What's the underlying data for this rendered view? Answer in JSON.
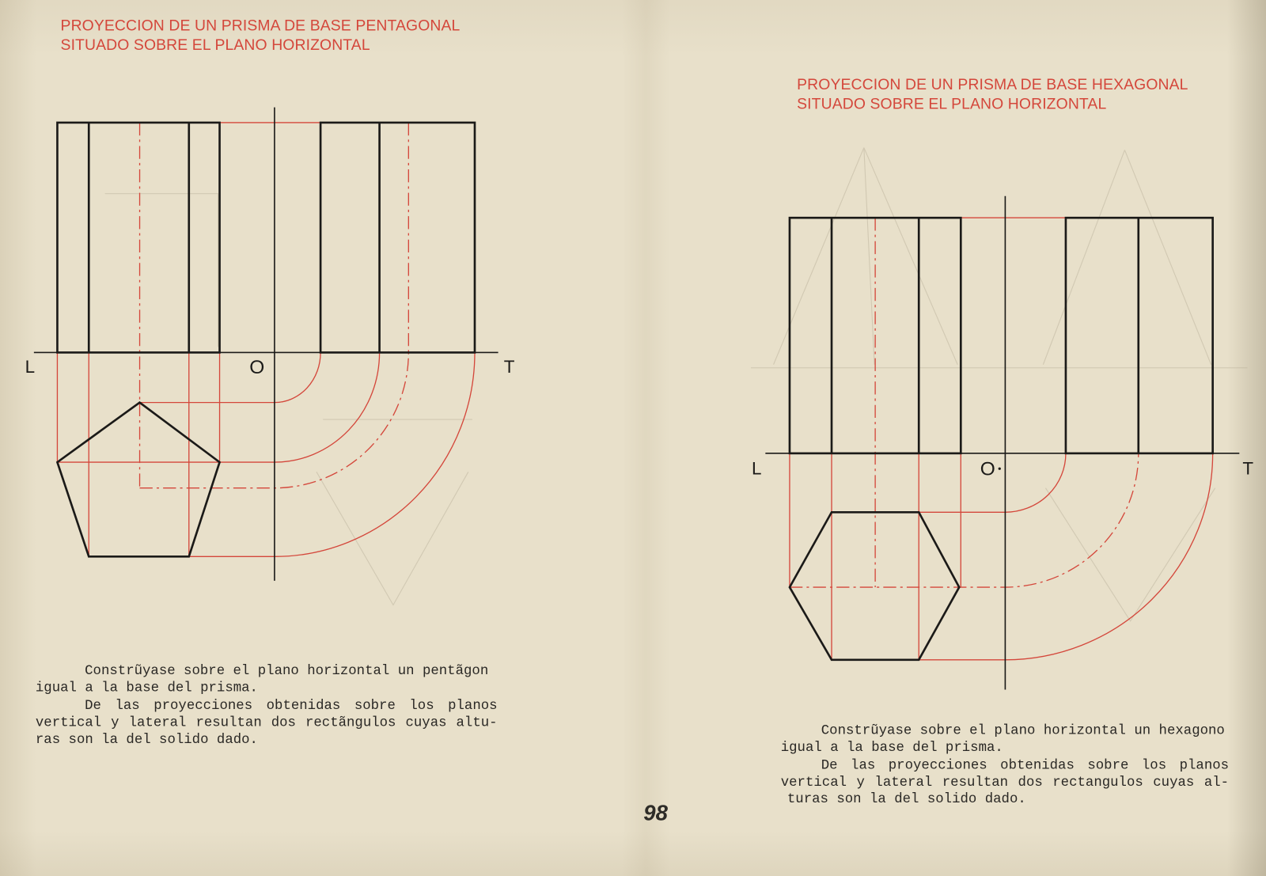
{
  "colors": {
    "paper": "#e8e0ca",
    "ink": "#1b1a18",
    "red_ink": "#d4473b",
    "typewriter": "#2a2825"
  },
  "left_page": {
    "title": {
      "line1": "PROYECCION DE UN PRISMA DE BASE PENTAGONAL",
      "line2": "SITUADO SOBRE EL PLANO HORIZONTAL"
    },
    "labels": {
      "l": "L",
      "o": "O",
      "t": "T"
    },
    "text": [
      "Constrũyase sobre el plano horizontal un pentãgon",
      "igual a la base del prisma.",
      "De las proyecciones obtenidas sobre los planos",
      "vertical y lateral resultan dos rectãngulos cuyas altu-",
      "ras son la del solido dado."
    ]
  },
  "right_page": {
    "title": {
      "line1": "PROYECCION DE UN PRISMA DE BASE HEXAGONAL",
      "line2": "SITUADO SOBRE EL PLANO HORIZONTAL"
    },
    "labels": {
      "l": "L",
      "o": "O",
      "t": "T"
    },
    "text": [
      "Constrũyase sobre el plano horizontal un hexagono",
      "igual a la base del prisma.",
      "De las proyecciones obtenidas sobre los planos",
      "vertical y lateral resultan dos rectangulos cuyas al-",
      "turas son la del solido dado."
    ]
  },
  "page_number": "98"
}
